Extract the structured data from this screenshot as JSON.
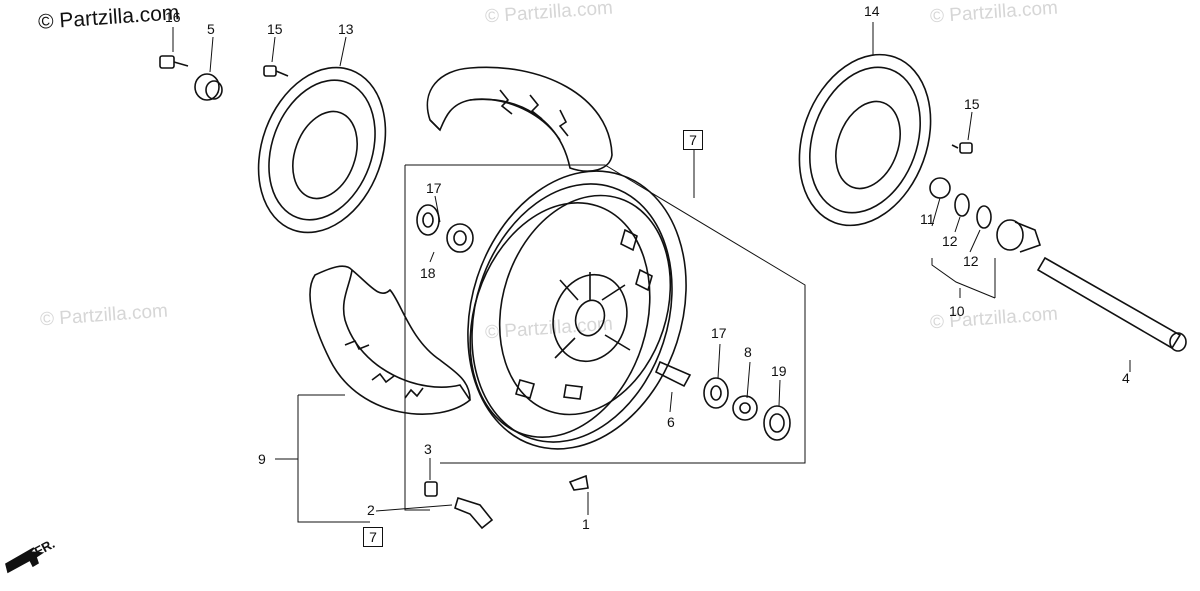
{
  "copyright": "© Partzilla.com",
  "watermark": "© Partzilla.com",
  "direction_label": "FR.",
  "callouts": {
    "c1": "1",
    "c2": "2",
    "c3": "3",
    "c4": "4",
    "c5": "5",
    "c6": "6",
    "c7a": "7",
    "c7b": "7",
    "c8": "8",
    "c9": "9",
    "c10": "10",
    "c11": "11",
    "c12a": "12",
    "c12b": "12",
    "c13": "13",
    "c14": "14",
    "c15a": "15",
    "c15b": "15",
    "c16": "16",
    "c17a": "17",
    "c17b": "17",
    "c18": "18",
    "c19": "19"
  },
  "colors": {
    "line": "#111111",
    "watermark": "#d6d6d6"
  }
}
